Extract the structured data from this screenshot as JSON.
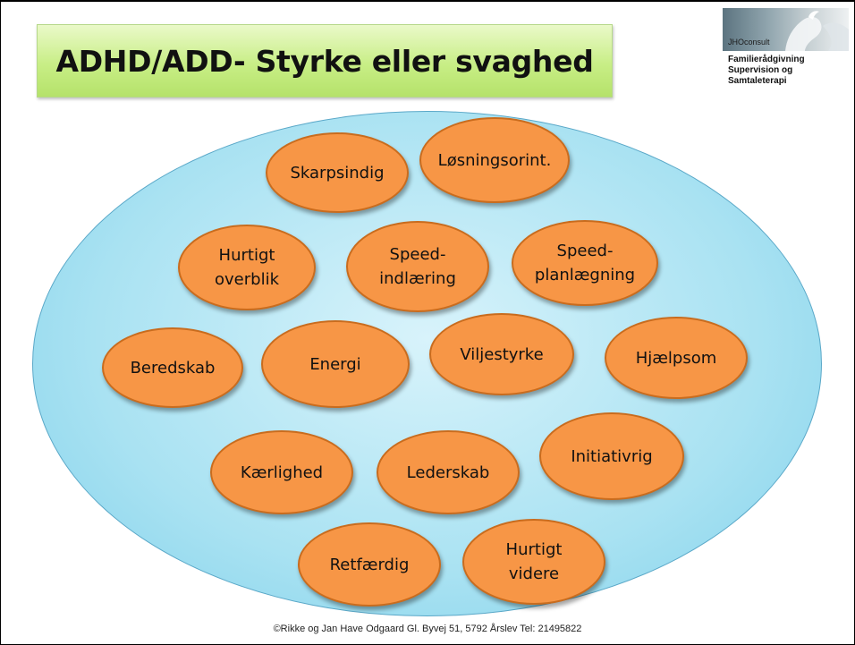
{
  "title": "ADHD/ADD- Styrke eller svaghed",
  "logo": {
    "brand": "JHOconsult",
    "lines": [
      "Familierådgivning",
      "Supervision og",
      "Samtaleterapi"
    ]
  },
  "colors": {
    "title_bg": "#c8ee86",
    "ellipse_fill": "#a9e2f2",
    "bubble_fill": "#f79646",
    "bubble_border": "#c96c1e"
  },
  "strengths": [
    "Skarpsindig",
    "Løsningsorint.",
    "Hurtigt\noverblik",
    "Speed-\nindlæring",
    "Speed-\nplanlægning",
    "Beredskab",
    "Energi",
    "Viljestyrke",
    "Hjælpsom",
    "Kærlighed",
    "Lederskab",
    "Initiativrig",
    "Retfærdig",
    "Hurtigt\nvidere"
  ],
  "footer": "©Rikke og Jan Have Odgaard  Gl. Byvej 51, 5792 Årslev Tel: 21495822"
}
